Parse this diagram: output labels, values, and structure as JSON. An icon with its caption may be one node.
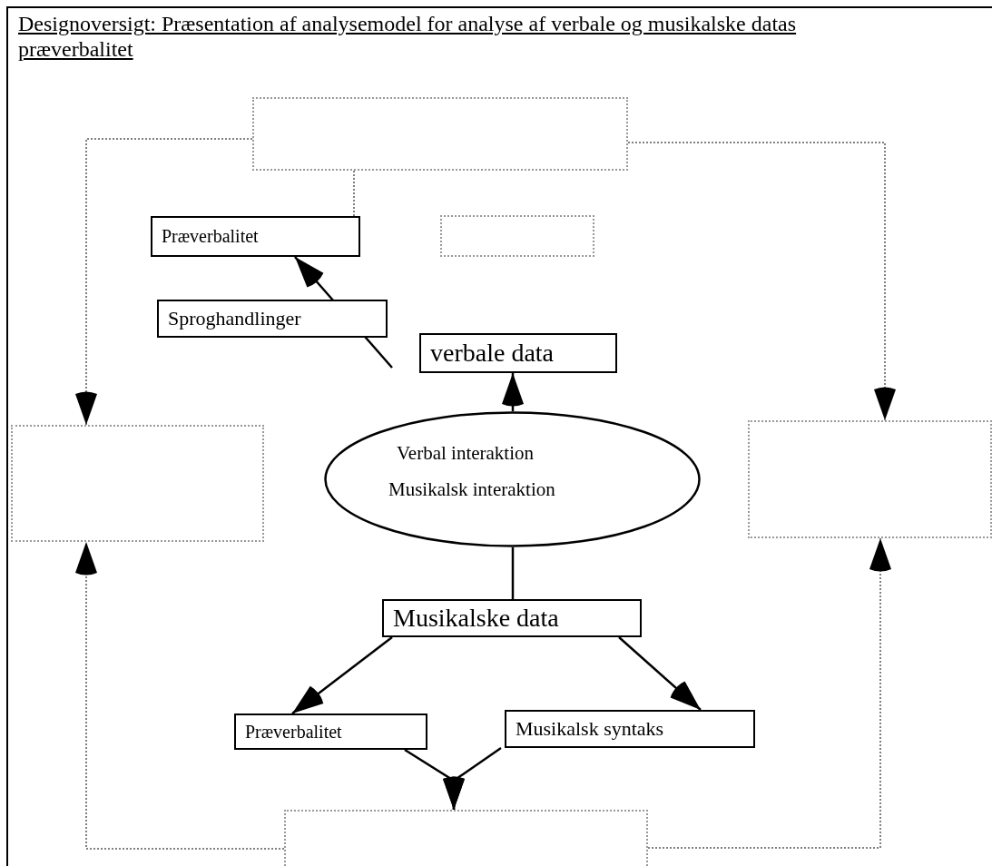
{
  "diagram": {
    "title": "Designoversigt: Præsentation af analysemodel for analyse af verbale og musikalske datas præverbalitet",
    "nodes": [
      {
        "text": [],
        "shape": "box"
      },
      {
        "text": [
          "Præverbalitet"
        ]
      },
      {
        "text": [],
        "shape": "box"
      },
      {
        "text": [
          "Sproghandlinger"
        ]
      },
      {
        "text": [
          "verbale data"
        ]
      },
      {
        "text": [],
        "shape": "box"
      },
      {
        "text": [
          "Verbal interaktion",
          "Musikalsk interaktion"
        ]
      },
      {
        "text": [],
        "shape": "box"
      },
      {
        "text": [
          "Musikalske data"
        ]
      },
      {
        "text": [
          "Præverbalitet"
        ]
      },
      {
        "text": [
          "Musikalsk syntaks"
        ]
      },
      {
        "text": [],
        "shape": "box"
      }
    ],
    "edges": [
      {
        "from": 0,
        "to": 5,
        "arrow": "to",
        "style": "dashed",
        "color": "#808080"
      },
      {
        "from": 0,
        "to": 7,
        "arrow": "to",
        "style": "dashed",
        "color": "#808080"
      },
      {
        "from": 0,
        "to": 1,
        "arrow": "none",
        "style": "dashed",
        "color": "#808080"
      },
      {
        "from": null,
        "to": 1,
        "arrow": "to"
      },
      {
        "from": 6,
        "to": 4,
        "arrow": "to"
      },
      {
        "from": 6,
        "to": 8,
        "arrow": "none"
      },
      {
        "from": 8,
        "to": 9,
        "arrow": "to"
      },
      {
        "from": 8,
        "to": 10,
        "arrow": "to"
      },
      {
        "from": 9,
        "to": 11,
        "arrow": "to"
      },
      {
        "from": 10,
        "to": 11,
        "arrow": "to"
      },
      {
        "from": 11,
        "to": 5,
        "arrow": "to",
        "style": "dashed",
        "color": "#808080"
      },
      {
        "from": 11,
        "to": 7,
        "arrow": "to",
        "style": "dashed",
        "color": "#808080"
      }
    ]
  }
}
